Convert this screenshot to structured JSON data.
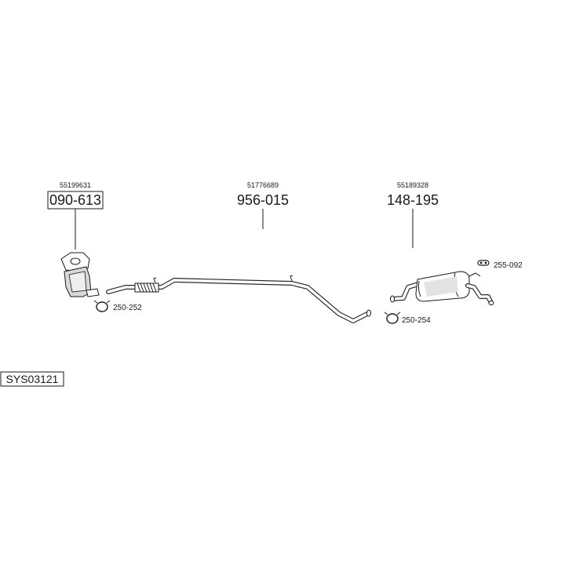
{
  "system_code": "SYS03121",
  "parts": [
    {
      "oem": "55199631",
      "part_number": "090-613",
      "boxed": true
    },
    {
      "oem": "51776689",
      "part_number": "956-015",
      "boxed": false
    },
    {
      "oem": "55189328",
      "part_number": "148-195",
      "boxed": false
    }
  ],
  "clamps": [
    {
      "label": "250-252"
    },
    {
      "label": "250-254"
    },
    {
      "label": "255-092"
    }
  ]
}
